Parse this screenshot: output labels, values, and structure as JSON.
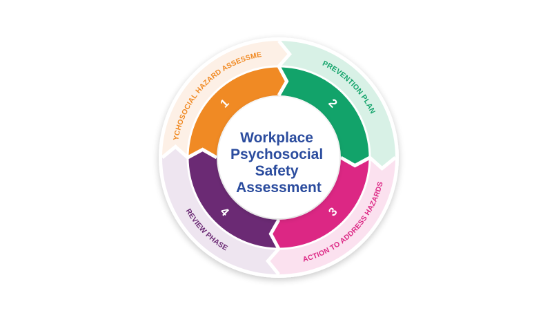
{
  "diagram": {
    "title_lines": [
      "Workplace",
      "Psychosocial",
      "Safety",
      "Assessment"
    ],
    "title_color": "#2B4C9E",
    "steps": [
      {
        "number": "1",
        "label": "PSYCHOSOCIAL HAZARD ASSESSMENT",
        "color": "#F08A24",
        "pastel": "#FDF0E6",
        "label_color": "#F08A24"
      },
      {
        "number": "2",
        "label": "PREVENTION PLAN",
        "color": "#12A36A",
        "pastel": "#D8F1E6",
        "label_color": "#12A36A"
      },
      {
        "number": "3",
        "label": "ACTION TO ADDRESS HAZARDS",
        "color": "#DC2784",
        "pastel": "#FBE1EF",
        "label_color": "#DC2784"
      },
      {
        "number": "4",
        "label": "REVIEW PHASE",
        "color": "#6B2A74",
        "pastel": "#EEE5F0",
        "label_color": "#6B2A74"
      }
    ]
  }
}
